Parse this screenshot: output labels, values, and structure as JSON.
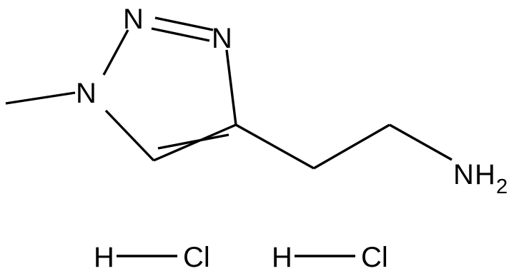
{
  "molecule": {
    "atoms": {
      "n1": "N",
      "n2": "N",
      "n3": "N",
      "amine_n": "N",
      "amine_h": "H",
      "amine_h_count": "2"
    },
    "salts": [
      {
        "h": "H",
        "cl": "Cl"
      },
      {
        "h": "H",
        "cl": "Cl"
      }
    ]
  }
}
